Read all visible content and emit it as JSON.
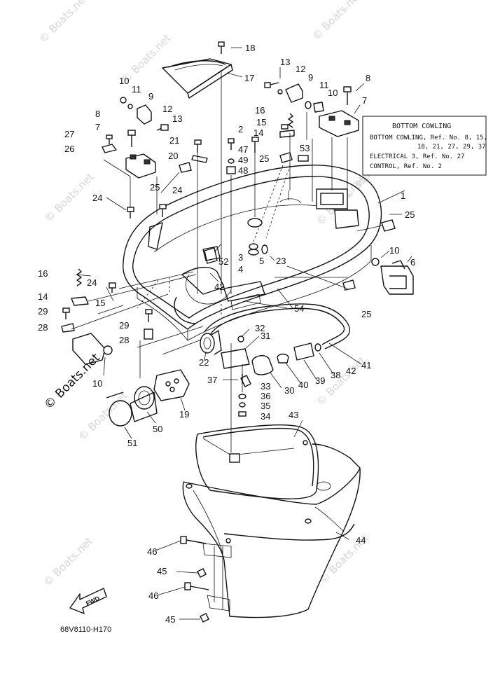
{
  "watermark": "© Boats.net",
  "part_code": "68V8110-H170",
  "fwd_label": "FWD",
  "info_box": {
    "title": "BOTTOM COWLING",
    "line1": "BOTTOM COWLING, Ref. No. 8, 15,",
    "line2": "18, 21, 27, 29, 37",
    "line3": "ELECTRICAL 3, Ref. No. 27",
    "line4": "CONTROL, Ref. No. 2"
  },
  "callouts": {
    "n1": "1",
    "n2": "2",
    "n3": "3",
    "n4": "4",
    "n5": "5",
    "n6": "6",
    "n7a": "7",
    "n7b": "7",
    "n8a": "8",
    "n8b": "8",
    "n9a": "9",
    "n9b": "9",
    "n10a": "10",
    "n10b": "10",
    "n10c": "10",
    "n10d": "10",
    "n11a": "11",
    "n11b": "11",
    "n12a": "12",
    "n12b": "12",
    "n13a": "13",
    "n13b": "13",
    "n14a": "14",
    "n14b": "14",
    "n15a": "15",
    "n15b": "15",
    "n16a": "16",
    "n16b": "16",
    "n17": "17",
    "n18": "18",
    "n19": "19",
    "n20": "20",
    "n21": "21",
    "n22": "22",
    "n23": "23",
    "n24a": "24",
    "n24b": "24",
    "n24c": "24",
    "n25a": "25",
    "n25b": "25",
    "n25c": "25",
    "n25d": "25",
    "n26": "26",
    "n27": "27",
    "n28a": "28",
    "n28b": "28",
    "n29a": "29",
    "n29b": "29",
    "n30": "30",
    "n31": "31",
    "n32": "32",
    "n33": "33",
    "n34": "34",
    "n35": "35",
    "n36": "36",
    "n37": "37",
    "n38": "38",
    "n39": "39",
    "n40": "40",
    "n41": "41",
    "n42a": "42",
    "n42b": "42",
    "n43": "43",
    "n44": "44",
    "n45a": "45",
    "n45b": "45",
    "n46a": "46",
    "n46b": "46",
    "n47": "47",
    "n48": "48",
    "n49": "49",
    "n50": "50",
    "n51": "51",
    "n52": "52",
    "n53": "53",
    "n54": "54"
  }
}
